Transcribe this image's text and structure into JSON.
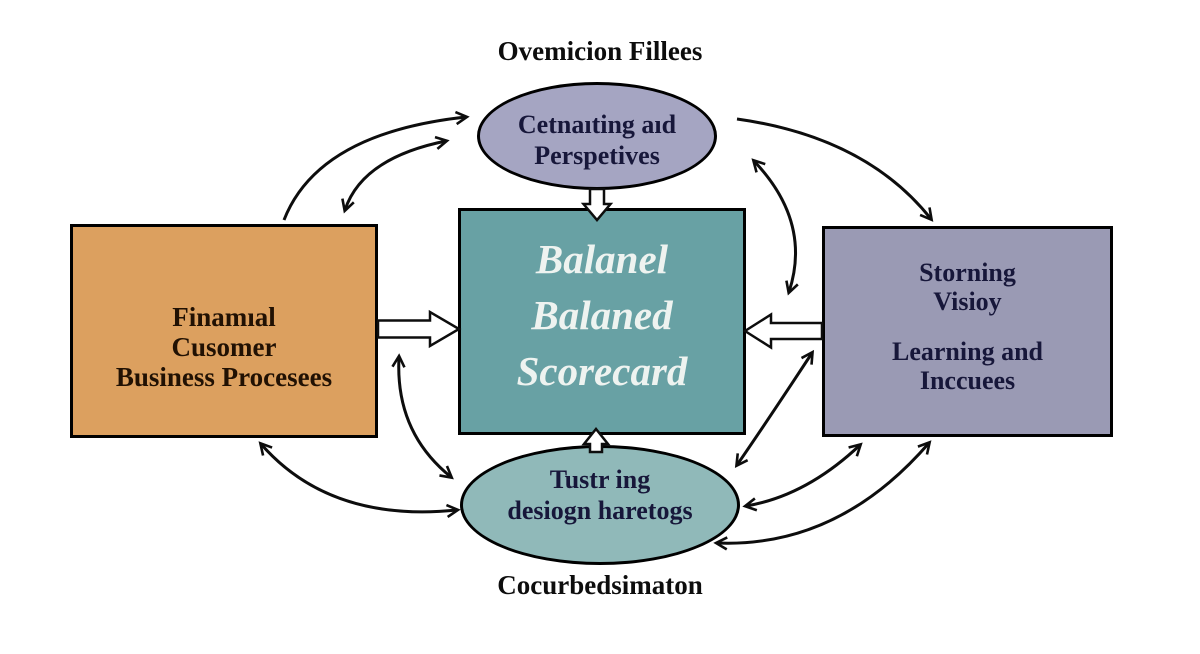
{
  "labels": {
    "top": "Ovemicion Fillees",
    "bottom": "Cocurbedsimaton"
  },
  "nodes": {
    "top_ellipse": {
      "line1": "Cetnaıting aıd",
      "line2": "Perspetives"
    },
    "center_box": {
      "line1": "Balanel",
      "line2": "Balaned",
      "line3": "Scorecard"
    },
    "left_box": {
      "line1": "Finamıal",
      "line2": "Cusomer",
      "line3": "Business Procesees"
    },
    "right_box": {
      "line1": "Storning",
      "line2": "Visioy",
      "line3": "Learning and",
      "line4": "Inccuees"
    },
    "bottom_ellipse": {
      "line1": "Tustr ing",
      "line2": "desiogn haretogs"
    }
  },
  "colors": {
    "background": "#ffffff",
    "left_box_fill": "#dca05f",
    "center_box_fill": "#68a1a4",
    "right_box_fill": "#9a9ab4",
    "top_ellipse_fill": "#a5a5c2",
    "bottom_ellipse_fill": "#90b9b9",
    "border": "#000000",
    "arrow_stroke": "#0d0d0d",
    "center_text": "#eef3f0",
    "dark_navy_text": "#17173a",
    "left_box_text": "#211103",
    "label_text": "#0d0d0d"
  },
  "arrows": [
    {
      "id": "left-box-to-top-ellipse-outer",
      "style": "curved",
      "heads": 1
    },
    {
      "id": "left-box-top-ellipse-inner",
      "style": "curved",
      "heads": 2
    },
    {
      "id": "top-ellipse-to-right-box-outer",
      "style": "curved",
      "heads": 1
    },
    {
      "id": "top-ellipse-right-gap-vertical",
      "style": "curved",
      "heads": 2
    },
    {
      "id": "right-box-to-bottom-ellipse",
      "style": "curved",
      "heads": 2
    },
    {
      "id": "bottom-ellipse-right-box-low-1",
      "style": "curved",
      "heads": 2
    },
    {
      "id": "bottom-ellipse-right-box-low-2",
      "style": "curved",
      "heads": 2
    },
    {
      "id": "left-gap-to-bottom-ellipse",
      "style": "curved",
      "heads": 2
    },
    {
      "id": "left-box-to-bottom-ellipse",
      "style": "curved",
      "heads": 2
    },
    {
      "id": "left-box-to-center-box",
      "style": "block",
      "heads": 1
    },
    {
      "id": "right-box-to-center-box",
      "style": "block",
      "heads": 1
    },
    {
      "id": "top-ellipse-to-center-box",
      "style": "block",
      "heads": 1
    },
    {
      "id": "bottom-ellipse-to-center-box",
      "style": "block",
      "heads": 1
    }
  ]
}
